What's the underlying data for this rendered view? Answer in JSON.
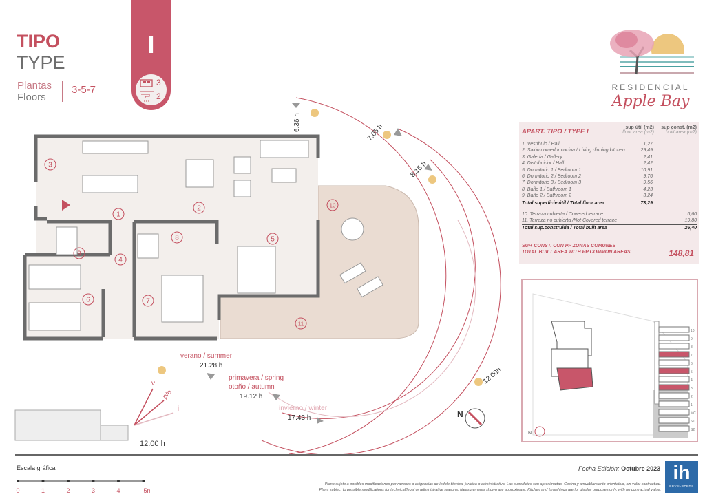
{
  "header": {
    "tipo": "TIPO",
    "type": "TYPE",
    "plantas": "Plantas",
    "floors": "Floors",
    "floor_numbers": "3-5-7",
    "type_letter": "I",
    "bedrooms": "3",
    "bathrooms": "2"
  },
  "logo": {
    "line1": "RESIDENCIAL",
    "line2": "Apple Bay"
  },
  "colors": {
    "accent": "#c8566a",
    "wall": "#6b6b6b",
    "floor": "#f3efec",
    "terrace": "#eadcd2",
    "table_bg": "#f4e9ea"
  },
  "table": {
    "title": "APART. TIPO / TYPE I",
    "col1": "sup útil (m2)",
    "col1_sub": "floor area (m2)",
    "col2": "sup const. (m2)",
    "col2_sub": "built area (m2)",
    "rooms": [
      {
        "label": "1. Vestíbulo / Hall",
        "value": "1,27"
      },
      {
        "label": "2. Salón comedor cocina / Living dinning kitchen",
        "value": "29,49"
      },
      {
        "label": "3. Galería / Gallery",
        "value": "2,41"
      },
      {
        "label": "4. Distribuidor / Hall",
        "value": "2,42"
      },
      {
        "label": "5. Dormitorio 1 / Bedroom 1",
        "value": "10,91"
      },
      {
        "label": "6. Dormitorio 2 / Bedroom 2",
        "value": "9,76"
      },
      {
        "label": "7. Dormitorio 3 / Bedroom 3",
        "value": "9,56"
      },
      {
        "label": "8. Baño 1 / Bathroom 1",
        "value": "4,23"
      },
      {
        "label": "9. Baño 2 / Bathroom 2",
        "value": "3,24"
      }
    ],
    "total_floor_label": "Total superficie útil / Total floor area",
    "total_floor": "73,29",
    "terraces": [
      {
        "label": "10. Terraza cubierta / Covered terrace",
        "value": "6,60"
      },
      {
        "label": "11. Terraza no cubierta /Not Covered terrace",
        "value": "19,80"
      }
    ],
    "total_built_label": "Total sup.construida / Total built area",
    "total_built": "26,40",
    "common_label1": "SUP. CONST. CON PP ZONAS COMUNES",
    "common_label2": "TOTAL BUILT AREA WITH PP COMMON AREAS",
    "common_value": "148,81"
  },
  "plan": {
    "rooms": [
      "1",
      "2",
      "3",
      "4",
      "5",
      "6",
      "7",
      "8",
      "9",
      "10",
      "11"
    ]
  },
  "sun": {
    "t1": "6.36 h",
    "t2": "7.05 h",
    "t3": "8.15 h",
    "t4": "12.00h",
    "summer": "verano / summer",
    "summer_t": "21.28 h",
    "spring": "primavera / spring",
    "autumn": "otoño / autumn",
    "spring_t": "19.12 h",
    "winter": "invierno / winter",
    "winter_t": "17.43 h",
    "v": "v",
    "po": "p/o",
    "i": "i",
    "elev_time": "12.00 h",
    "north": "N"
  },
  "site": {
    "levels": [
      "10",
      "9",
      "8",
      "7",
      "6",
      "5",
      "4",
      "3",
      "2",
      "1",
      "MC",
      "S1",
      "S2"
    ],
    "north": "N"
  },
  "footer": {
    "escala": "Escala gráfica",
    "scale_ticks": [
      "0",
      "1",
      "2",
      "3",
      "4",
      "5m"
    ],
    "fecha_label": "Fecha Edición:",
    "fecha": "Octubre 2023",
    "disclaimer_es": "Plano sujeto a posibles modificaciones por razones o exigencias de índole técnica, jurídica o administrativa. Las superficies son aproximadas. Cocina y amueblamiento orientativo, sin valor contractual.",
    "disclaimer_en": "Plans subject to possible modifications for technical/legal or administrative reasons. Measurements shown are approximate. Kitchen and furnishings are for display purposes only, with no contractual value.",
    "brand": "ih",
    "brand_sub": "DEVELOPERS"
  }
}
